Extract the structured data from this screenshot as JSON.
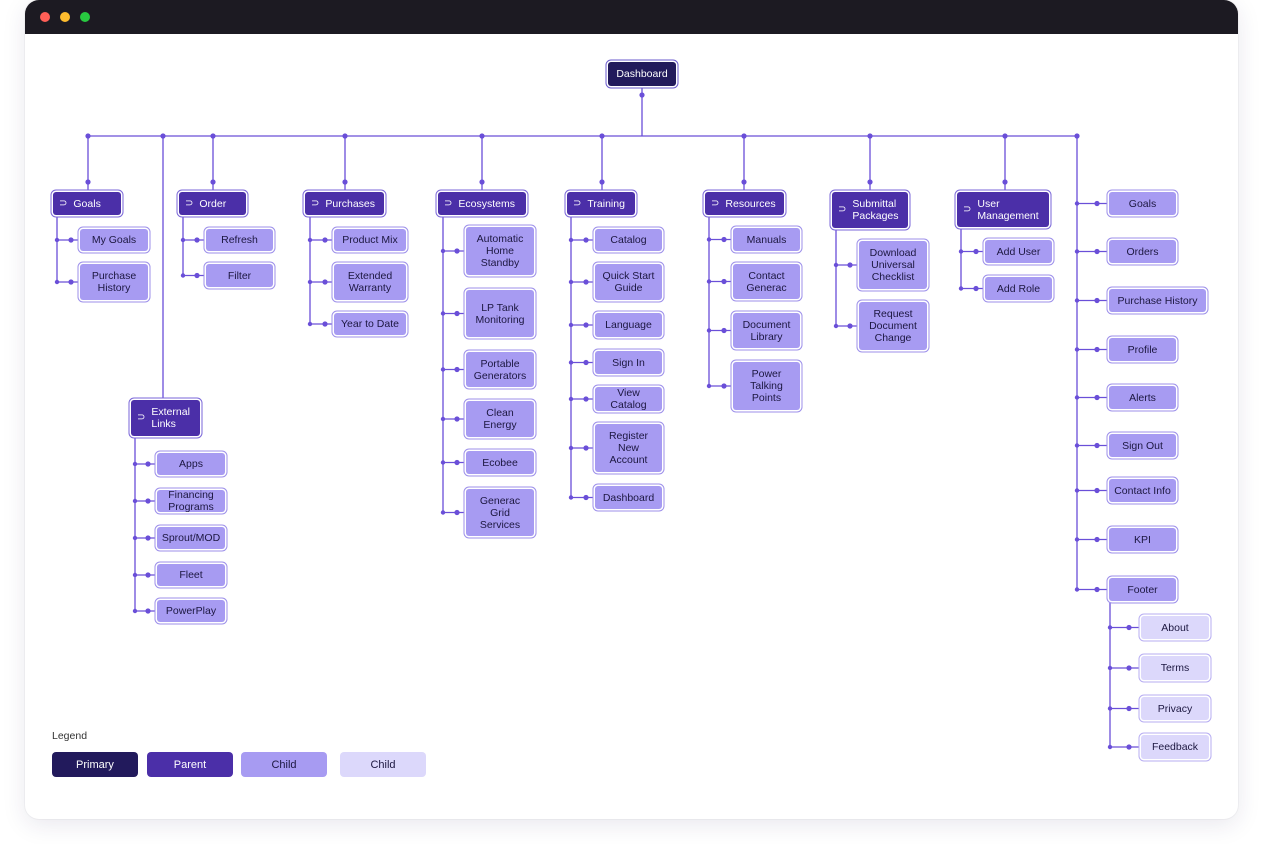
{
  "root": "Dashboard",
  "parents": [
    {
      "label": "Goals",
      "children": [
        "My Goals",
        "Purchase History"
      ]
    },
    {
      "label": "External Links",
      "children": [
        "Apps",
        "Financing Programs",
        "Sprout/MOD",
        "Fleet",
        "PowerPlay"
      ]
    },
    {
      "label": "Order",
      "children": [
        "Refresh",
        "Filter"
      ]
    },
    {
      "label": "Purchases",
      "children": [
        "Product Mix",
        "Extended Warranty",
        "Year to Date"
      ]
    },
    {
      "label": "Ecosystems",
      "children": [
        "Automatic Home Standby",
        "LP Tank Monitoring",
        "Portable Generators",
        "Clean Energy",
        "Ecobee",
        "Generac Grid Services"
      ]
    },
    {
      "label": "Training",
      "children": [
        "Catalog",
        "Quick Start Guide",
        "Language",
        "Sign In",
        "View Catalog",
        "Register New Account",
        "Dashboard"
      ]
    },
    {
      "label": "Resources",
      "children": [
        "Manuals",
        "Contact Generac",
        "Document Library",
        "Power Talking Points"
      ]
    },
    {
      "label": "Submittal Packages",
      "children": [
        "Download Universal Checklist",
        "Request Document Change"
      ]
    },
    {
      "label": "User Management",
      "children": [
        "Add User",
        "Add Role"
      ]
    }
  ],
  "right_children": [
    "Goals",
    "Orders",
    "Purchase History",
    "Profile",
    "Alerts",
    "Sign Out",
    "Contact Info",
    "KPI",
    "Footer"
  ],
  "footer_children": [
    "About",
    "Terms",
    "Privacy",
    "Feedback"
  ],
  "legend": {
    "title": "Legend",
    "items": [
      {
        "label": "Primary",
        "color": "#221a5c"
      },
      {
        "label": "Parent",
        "color": "#4b2fa8"
      },
      {
        "label": "Child",
        "color": "#a79bf2"
      },
      {
        "label": "Child",
        "color": "#dcd8fb"
      }
    ]
  },
  "colors": {
    "line": "#6a4fd8",
    "primary": "#221a5c",
    "parent": "#4b2fa8",
    "child": "#a79bf2",
    "child_light": "#dcd8fb"
  },
  "icons": {
    "window_controls": [
      "close-dot",
      "minimize-dot",
      "maximize-dot"
    ],
    "parent_marker": "page-icon"
  }
}
